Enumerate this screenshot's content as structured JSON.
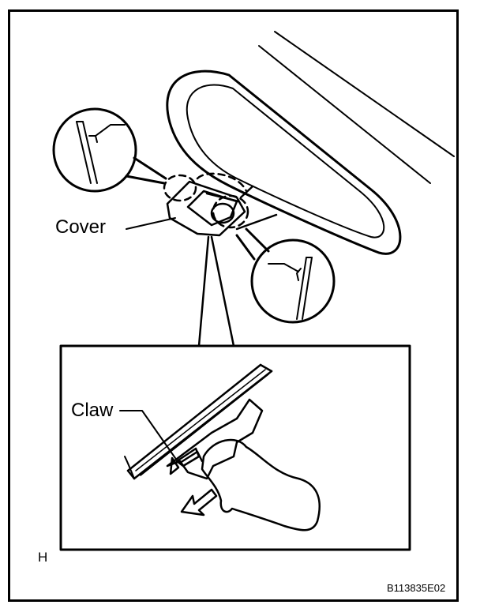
{
  "labels": {
    "cover": "Cover",
    "claw": "Claw",
    "view_marker": "H",
    "figure_code": "B113835E02"
  },
  "colors": {
    "line": "#000000",
    "background": "#ffffff"
  },
  "icons": {
    "direction_arrow": "arrow-down-left-icon"
  }
}
